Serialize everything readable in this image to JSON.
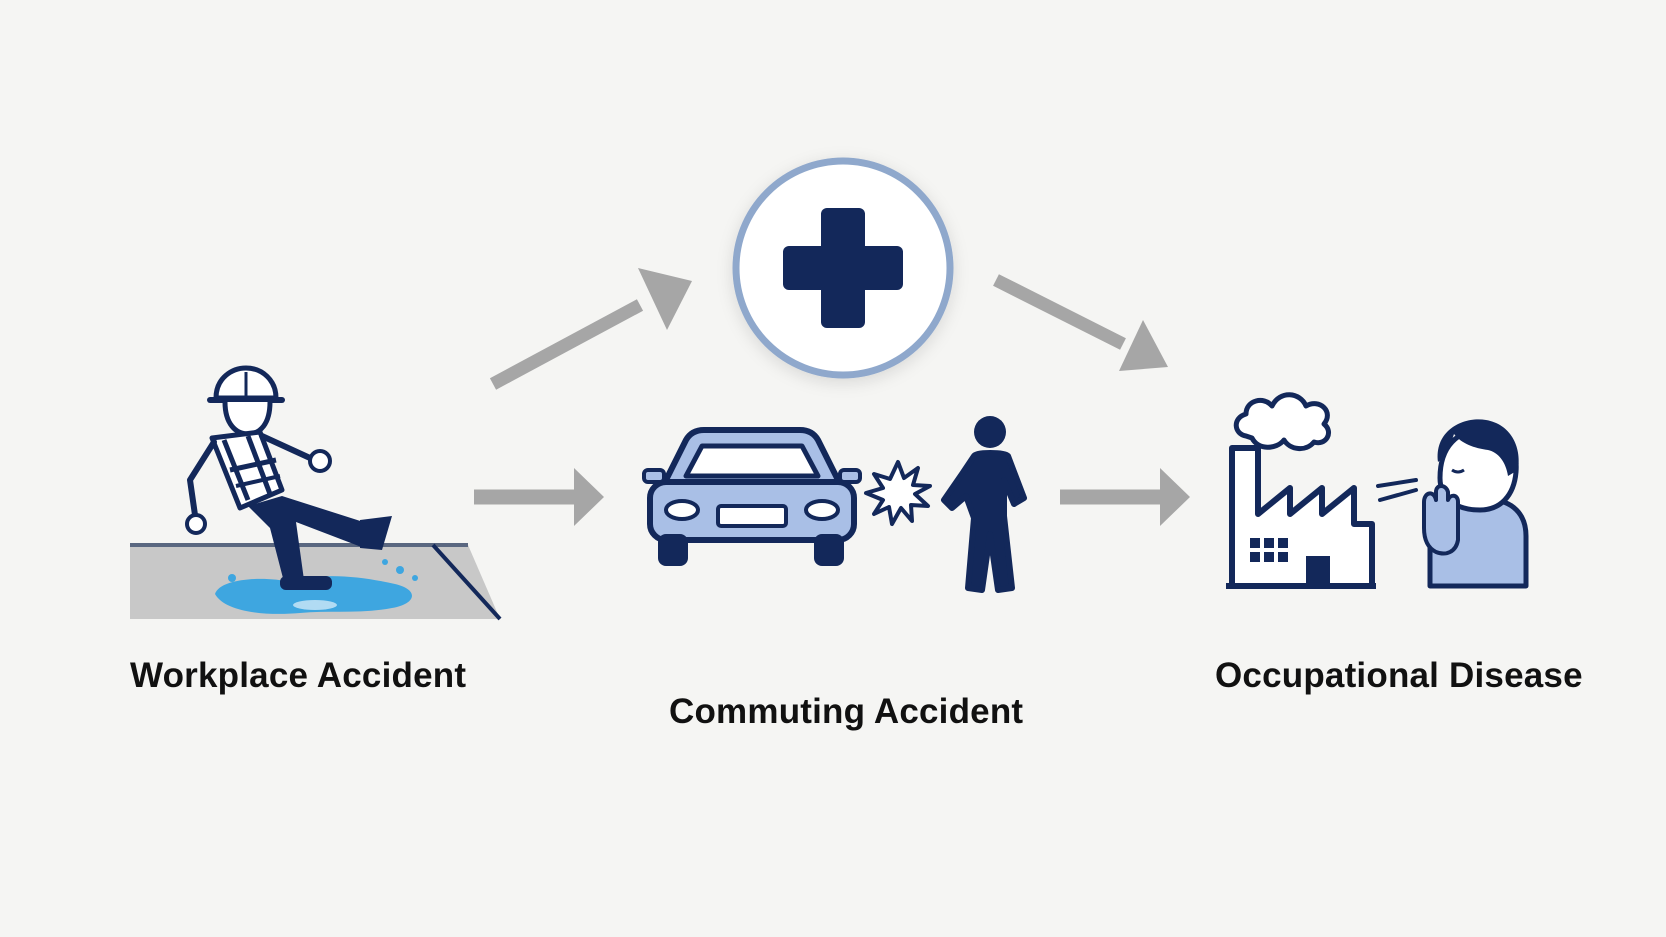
{
  "colors": {
    "background": "#f5f5f3",
    "navy": "#13285a",
    "light_blue": "#a9bfe6",
    "water": "#3ea6e0",
    "floor": "#c8c8c8",
    "arrow": "#a6a6a6",
    "circle_ring": "#8fa8cc"
  },
  "icons": {
    "medical": "medical-cross-icon",
    "workplace": "worker-slipping-icon",
    "commuting": "car-pedestrian-collision-icon",
    "occupational": "factory-smoke-coughing-person-icon"
  },
  "labels": {
    "workplace": "Workplace Accident",
    "commuting": "Commuting Accident",
    "occupational": "Occupational Disease"
  }
}
